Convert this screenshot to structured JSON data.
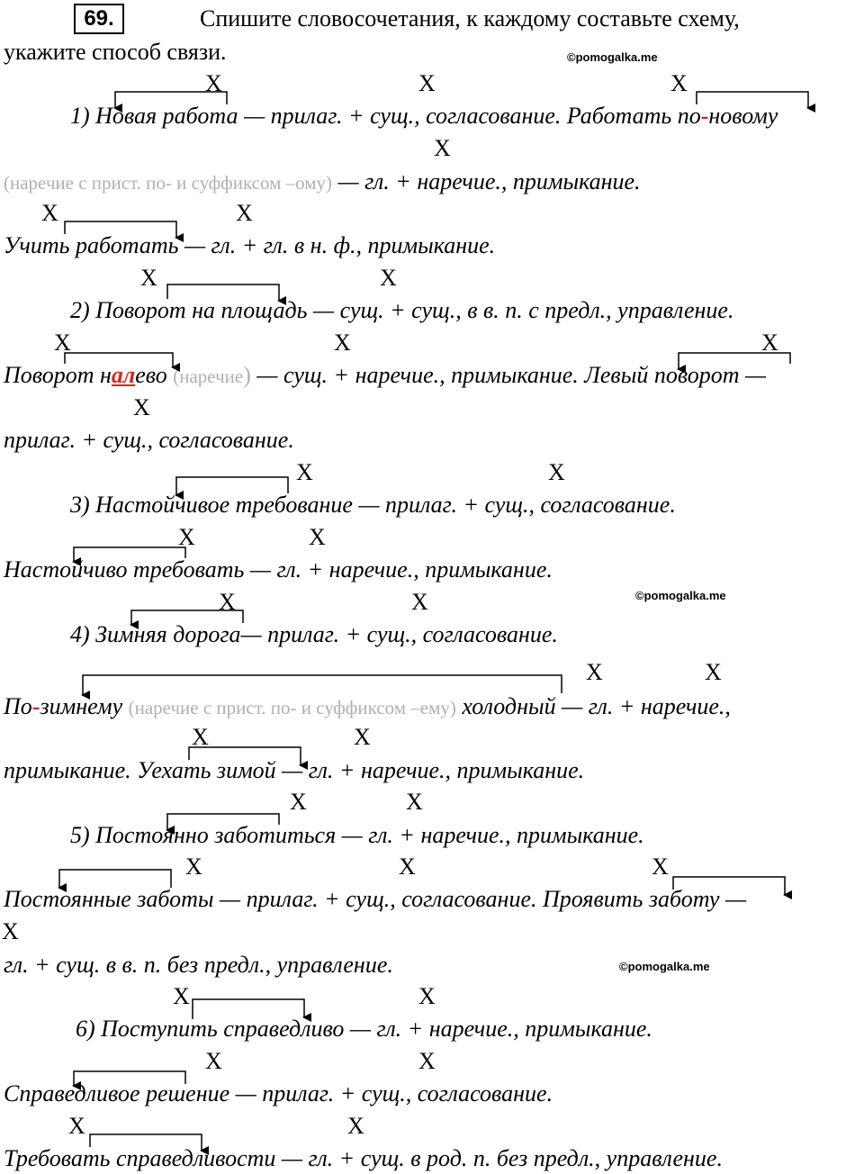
{
  "task": {
    "number": "69.",
    "text_l1": "Спишите словосочетания, к каждому составьте схему,",
    "text_l2": "укажите способ связи."
  },
  "watermark": "©pomogalka.me",
  "x_marker": "X",
  "p1": {
    "lead": "1) Новая работа — прилаг. + сущ., согласование. Работать по",
    "hyphen": "-",
    "tail": "новому",
    "note": "(наречие с прист. по- и суффиксом –ому)",
    "note_tail": " — гл. + наречие., примыкание.",
    "line3": "Учить работать — гл. + гл. в н. ф., примыкание."
  },
  "p2": {
    "line1": "2) Поворот на площадь — сущ. + сущ., в в. п. с предл., управление.",
    "l2_a": "Поворот н",
    "l2_red": "ал",
    "l2_b": "ево ",
    "l2_note": "(наречие",
    "l2_note_close": ")",
    "l2_c": " — сущ. + наречие., примыкание. Левый поворот —",
    "line3": "прилаг. + сущ., согласование."
  },
  "p3": {
    "line1": "3) Настойчивое требование — прилаг. + сущ., согласование.",
    "line2": "Настойчиво требовать — гл. + наречие., примыкание."
  },
  "p4": {
    "line1": "4) Зимняя дорога— прилаг. + сущ., согласование.",
    "l2_a": "По",
    "l2_hyphen": "-",
    "l2_b": "зимнему ",
    "l2_note": "(наречие с прист. по- и суффиксом –ему)",
    "l2_c": " холодный — гл. + наречие.,",
    "line3": "примыкание. Уехать зимой — гл. + наречие., примыкание."
  },
  "p5": {
    "line1": "5) Постоянно заботиться — гл. + наречие., примыкание.",
    "line2": "Постоянные заботы — прилаг. + сущ., согласование.  Проявить заботу —",
    "line3": "гл. + сущ. в в. п. без предл., управление."
  },
  "p6": {
    "line1": "6) Поступить справедливо — гл. + наречие., примыкание.",
    "line2": "Справедливое решение — прилаг. + сущ., согласование.",
    "line3": "Требовать справедливости — гл. + сущ. в род. п. без предл., управление."
  }
}
